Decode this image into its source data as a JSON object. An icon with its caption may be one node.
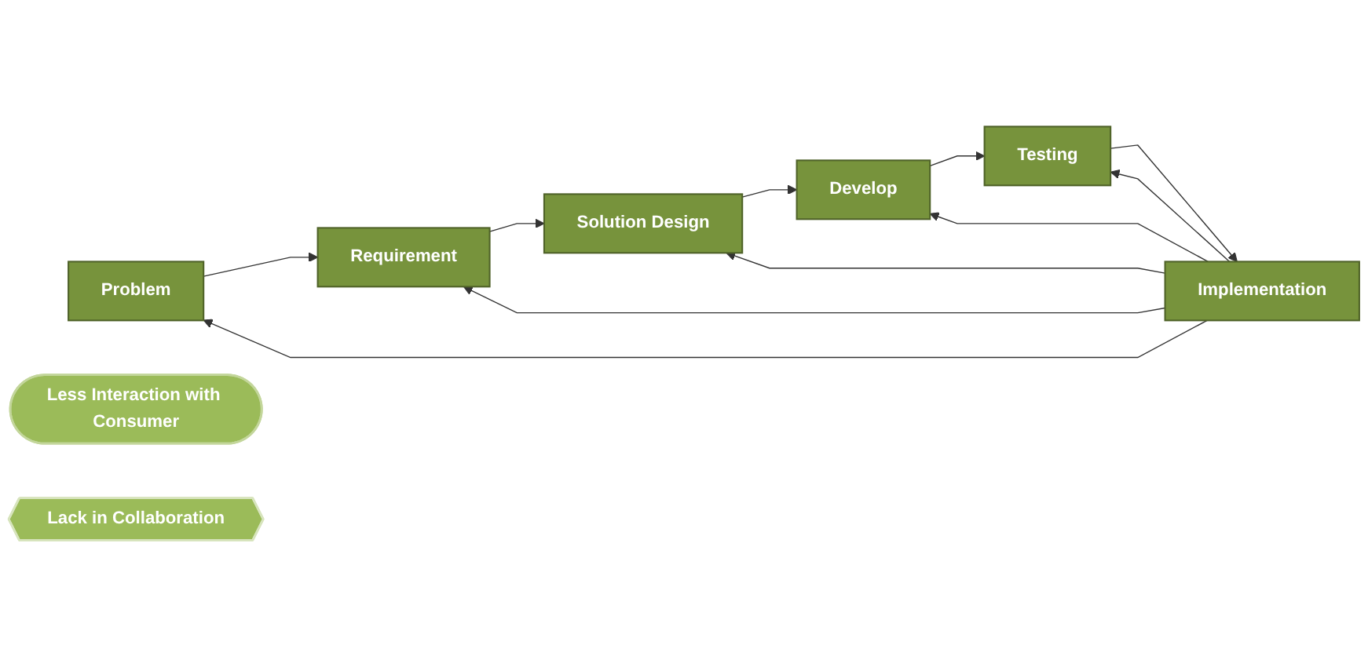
{
  "diagram": {
    "nodes": [
      {
        "text": [
          "Problem"
        ]
      },
      {
        "text": [
          "Requirement"
        ]
      },
      {
        "text": [
          "Solution Design"
        ]
      },
      {
        "text": [
          "Develop"
        ]
      },
      {
        "text": [
          "Testing"
        ]
      },
      {
        "text": [
          "Implementation"
        ]
      },
      {
        "text": [
          "Less Interaction with Consumer"
        ]
      },
      {
        "text": [
          "Lack in Collaboration"
        ]
      }
    ],
    "edges": [
      {
        "from": 0,
        "to": 1,
        "arrow": "to"
      },
      {
        "from": 1,
        "to": 2,
        "arrow": "to"
      },
      {
        "from": 2,
        "to": 3,
        "arrow": "to"
      },
      {
        "from": 3,
        "to": 4,
        "arrow": "to"
      },
      {
        "from": 4,
        "to": 5,
        "arrow": "to"
      },
      {
        "from": 5,
        "to": 0,
        "arrow": "to"
      },
      {
        "from": 5,
        "to": 1,
        "arrow": "to"
      },
      {
        "from": 5,
        "to": 2,
        "arrow": "to"
      },
      {
        "from": 5,
        "to": 3,
        "arrow": "to"
      },
      {
        "from": 5,
        "to": 4,
        "arrow": "to"
      }
    ]
  }
}
